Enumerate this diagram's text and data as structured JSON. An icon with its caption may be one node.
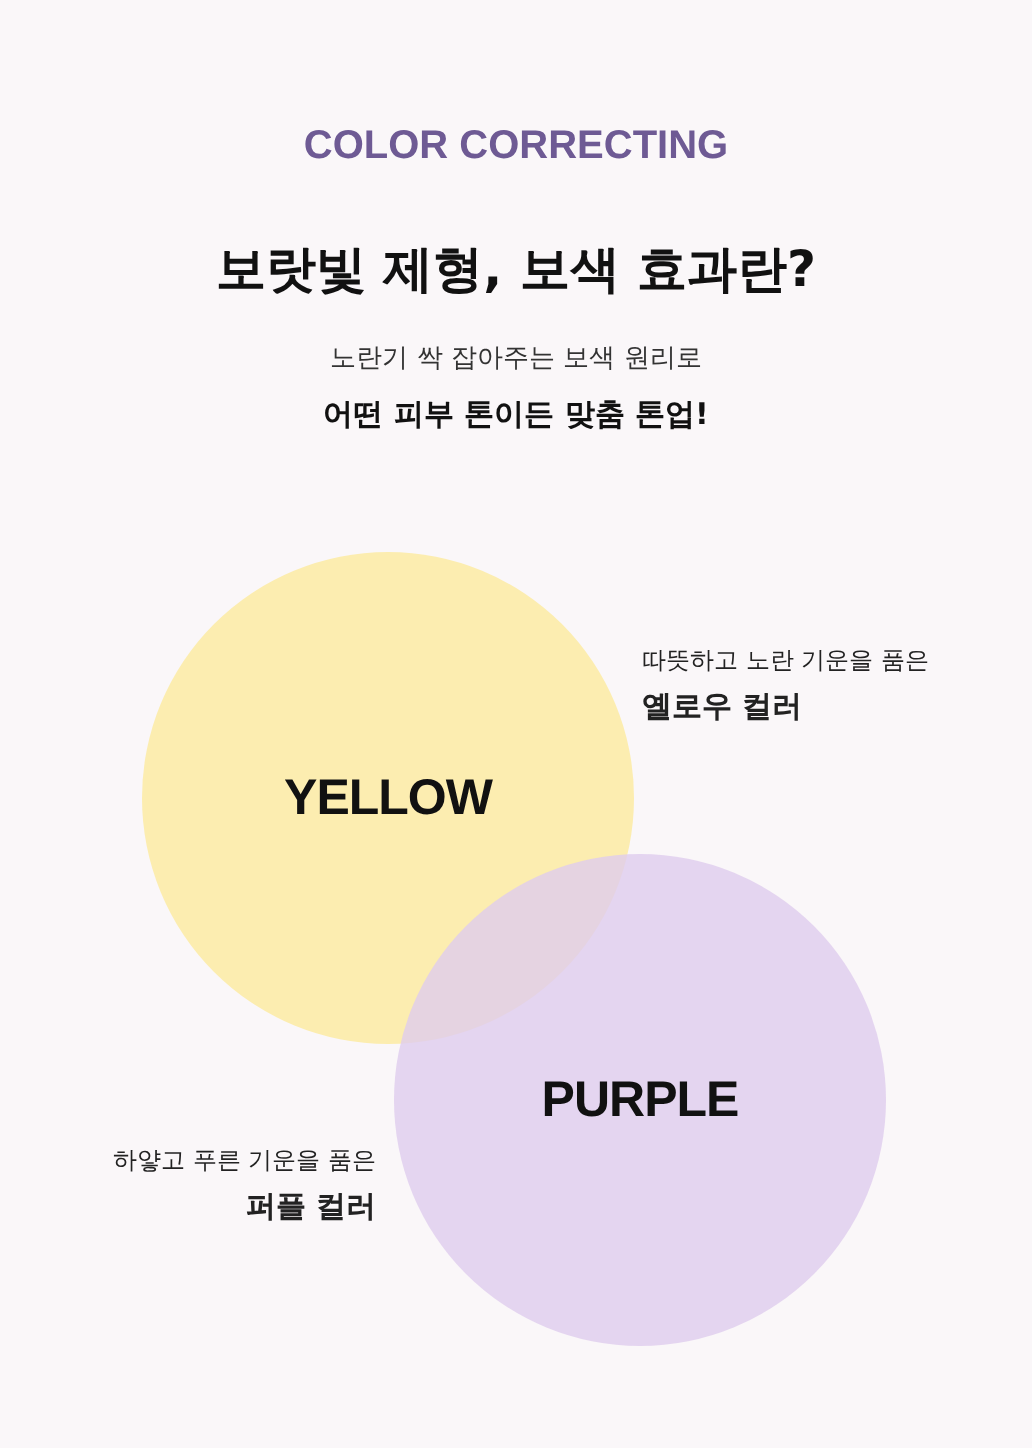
{
  "diagram": {
    "title": "보랏빛 제형, 보색 효과란?",
    "nodes": [
      {
        "text": [
          "YELLOW"
        ],
        "beside": [
          "따뜻하고 노란 기운을 품은",
          "옐로우 컬러"
        ]
      },
      {
        "text": [
          "PURPLE"
        ],
        "beside": [
          "하얗고 푸른 기운을 품은",
          "퍼플 컬러"
        ]
      }
    ],
    "edges": [],
    "labels": [
      "COLOR CORRECTING",
      "노란기 싹 잡아주는 보색 원리로",
      "어떤 피부 톤이든 맞춤 톤업!"
    ]
  }
}
